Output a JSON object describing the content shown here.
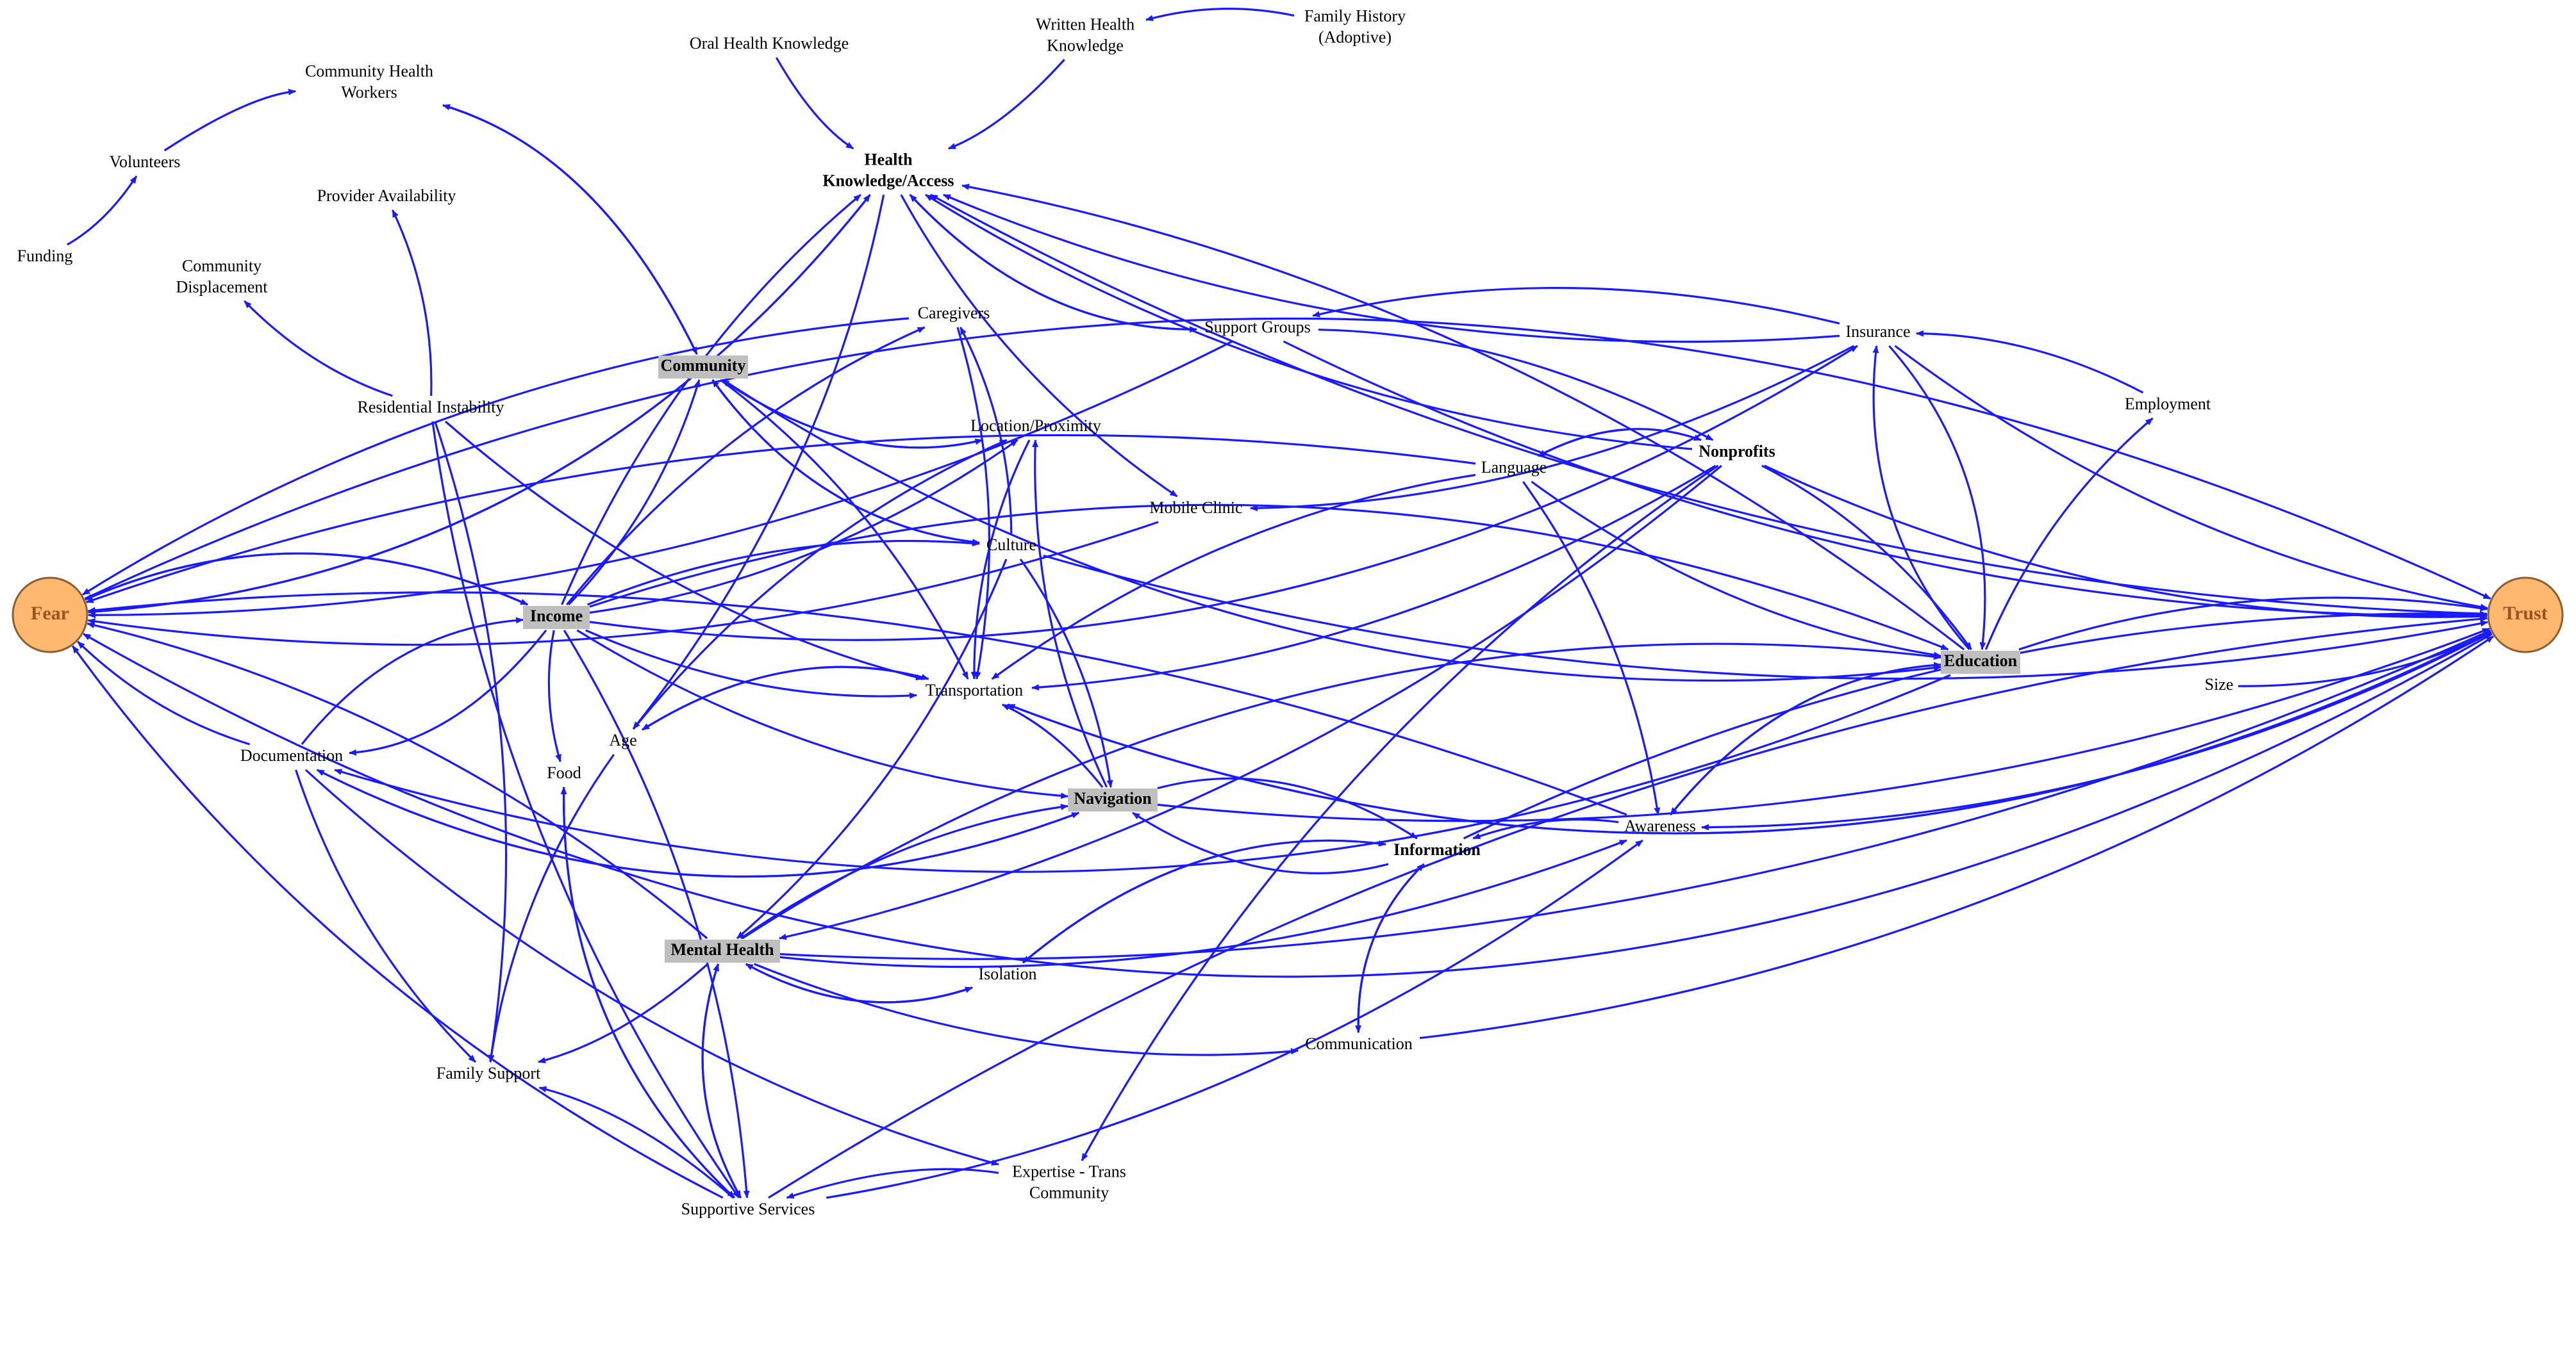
{
  "nodes": [
    {
      "id": "fear",
      "lines": [
        "Fear"
      ],
      "style": "terminal"
    },
    {
      "id": "trust",
      "lines": [
        "Trust"
      ],
      "style": "terminal"
    },
    {
      "id": "funding",
      "lines": [
        "Funding"
      ]
    },
    {
      "id": "volunteers",
      "lines": [
        "Volunteers"
      ]
    },
    {
      "id": "chw",
      "lines": [
        "Community Health",
        "Workers"
      ]
    },
    {
      "id": "provavail",
      "lines": [
        "Provider Availability"
      ]
    },
    {
      "id": "commdisp",
      "lines": [
        "Community",
        "Displacement"
      ]
    },
    {
      "id": "resinst",
      "lines": [
        "Residential Instability"
      ]
    },
    {
      "id": "oralhk",
      "lines": [
        "Oral Health Knowledge"
      ]
    },
    {
      "id": "writtenhk",
      "lines": [
        "Written Health",
        "Knowledge"
      ]
    },
    {
      "id": "famhist",
      "lines": [
        "Family History",
        "(Adoptive)"
      ]
    },
    {
      "id": "hka",
      "lines": [
        "Health",
        "Knowledge/Access"
      ],
      "style": "bold"
    },
    {
      "id": "community",
      "lines": [
        "Community"
      ],
      "style": "highlight"
    },
    {
      "id": "caregivers",
      "lines": [
        "Caregivers"
      ]
    },
    {
      "id": "location",
      "lines": [
        "Location/Proximity"
      ]
    },
    {
      "id": "supportgroups",
      "lines": [
        "Support Groups"
      ]
    },
    {
      "id": "mobileclinic",
      "lines": [
        "Mobile Clinic"
      ]
    },
    {
      "id": "culture",
      "lines": [
        "Culture"
      ]
    },
    {
      "id": "language",
      "lines": [
        "Language"
      ]
    },
    {
      "id": "nonprofits",
      "lines": [
        "Nonprofits"
      ],
      "style": "bold"
    },
    {
      "id": "insurance",
      "lines": [
        "Insurance"
      ]
    },
    {
      "id": "employment",
      "lines": [
        "Employment"
      ]
    },
    {
      "id": "income",
      "lines": [
        "Income"
      ],
      "style": "highlight"
    },
    {
      "id": "transportation",
      "lines": [
        "Transportation"
      ]
    },
    {
      "id": "education",
      "lines": [
        "Education"
      ],
      "style": "highlight"
    },
    {
      "id": "size",
      "lines": [
        "Size"
      ]
    },
    {
      "id": "documentation",
      "lines": [
        "Documentation"
      ]
    },
    {
      "id": "age",
      "lines": [
        "Age"
      ]
    },
    {
      "id": "food",
      "lines": [
        "Food"
      ]
    },
    {
      "id": "navigation",
      "lines": [
        "Navigation"
      ],
      "style": "highlight"
    },
    {
      "id": "awareness",
      "lines": [
        "Awareness"
      ]
    },
    {
      "id": "information",
      "lines": [
        "Information"
      ],
      "style": "bold"
    },
    {
      "id": "mentalhealth",
      "lines": [
        "Mental Health"
      ],
      "style": "highlight"
    },
    {
      "id": "isolation",
      "lines": [
        "Isolation"
      ]
    },
    {
      "id": "communication",
      "lines": [
        "Communication"
      ]
    },
    {
      "id": "familysupport",
      "lines": [
        "Family Support"
      ]
    },
    {
      "id": "expertise",
      "lines": [
        "Expertise - Trans",
        "Community"
      ]
    },
    {
      "id": "supportive",
      "lines": [
        "Supportive Services"
      ]
    }
  ],
  "edges": [
    [
      "funding",
      "volunteers"
    ],
    [
      "volunteers",
      "chw"
    ],
    [
      "famhist",
      "writtenhk"
    ],
    [
      "writtenhk",
      "hka"
    ],
    [
      "oralhk",
      "hka"
    ],
    [
      "resinst",
      "commdisp"
    ],
    [
      "resinst",
      "provavail"
    ],
    [
      "chw",
      "community"
    ],
    [
      "community",
      "chw"
    ],
    [
      "hka",
      "fear"
    ],
    [
      "fear",
      "hka"
    ],
    [
      "hka",
      "age"
    ],
    [
      "hka",
      "supportgroups"
    ],
    [
      "supportgroups",
      "hka"
    ],
    [
      "hka",
      "mobileclinic"
    ],
    [
      "insurance",
      "hka"
    ],
    [
      "education",
      "hka"
    ],
    [
      "nonprofits",
      "hka"
    ],
    [
      "fear",
      "trust"
    ],
    [
      "trust",
      "fear"
    ],
    [
      "caregivers",
      "fear"
    ],
    [
      "caregivers",
      "transportation"
    ],
    [
      "culture",
      "caregivers"
    ],
    [
      "income",
      "caregivers"
    ],
    [
      "community",
      "location"
    ],
    [
      "location",
      "community"
    ],
    [
      "community",
      "culture"
    ],
    [
      "culture",
      "community"
    ],
    [
      "community",
      "education"
    ],
    [
      "community",
      "transportation"
    ],
    [
      "income",
      "community"
    ],
    [
      "income",
      "hka"
    ],
    [
      "resinst",
      "transportation"
    ],
    [
      "resinst",
      "familysupport"
    ],
    [
      "resinst",
      "supportive"
    ],
    [
      "supportgroups",
      "nonprofits"
    ],
    [
      "supportgroups",
      "trust"
    ],
    [
      "supportgroups",
      "fear"
    ],
    [
      "insurance",
      "supportgroups"
    ],
    [
      "insurance",
      "mobileclinic"
    ],
    [
      "insurance",
      "trust"
    ],
    [
      "insurance",
      "education"
    ],
    [
      "employment",
      "insurance"
    ],
    [
      "education",
      "employment"
    ],
    [
      "language",
      "fear"
    ],
    [
      "language",
      "nonprofits"
    ],
    [
      "language",
      "education"
    ],
    [
      "language",
      "awareness"
    ],
    [
      "nonprofits",
      "language"
    ],
    [
      "nonprofits",
      "education"
    ],
    [
      "nonprofits",
      "trust"
    ],
    [
      "nonprofits",
      "transportation"
    ],
    [
      "nonprofits",
      "expertise"
    ],
    [
      "nonprofits",
      "mentalhealth"
    ],
    [
      "income",
      "insurance"
    ],
    [
      "education",
      "insurance"
    ],
    [
      "income",
      "location"
    ],
    [
      "income",
      "culture"
    ],
    [
      "income",
      "transportation"
    ],
    [
      "income",
      "education"
    ],
    [
      "income",
      "food"
    ],
    [
      "income",
      "documentation"
    ],
    [
      "income",
      "navigation"
    ],
    [
      "income",
      "supportive"
    ],
    [
      "income",
      "fear"
    ],
    [
      "fear",
      "income"
    ],
    [
      "culture",
      "trust"
    ],
    [
      "culture",
      "navigation"
    ],
    [
      "transportation",
      "trust"
    ],
    [
      "trust",
      "transportation"
    ],
    [
      "transportation",
      "age"
    ],
    [
      "age",
      "transportation"
    ],
    [
      "location",
      "transportation"
    ],
    [
      "navigation",
      "location"
    ],
    [
      "navigation",
      "transportation"
    ],
    [
      "navigation",
      "information"
    ],
    [
      "navigation",
      "trust"
    ],
    [
      "navigation",
      "documentation"
    ],
    [
      "documentation",
      "navigation"
    ],
    [
      "documentation",
      "fear"
    ],
    [
      "documentation",
      "familysupport"
    ],
    [
      "documentation",
      "income"
    ],
    [
      "documentation",
      "expertise"
    ],
    [
      "education",
      "documentation"
    ],
    [
      "size",
      "trust"
    ],
    [
      "trust",
      "awareness"
    ],
    [
      "awareness",
      "fear"
    ],
    [
      "awareness",
      "education"
    ],
    [
      "awareness",
      "information"
    ],
    [
      "information",
      "navigation"
    ],
    [
      "information",
      "isolation"
    ],
    [
      "isolation",
      "information"
    ],
    [
      "information",
      "communication"
    ],
    [
      "communication",
      "information"
    ],
    [
      "communication",
      "trust"
    ],
    [
      "information",
      "trust"
    ],
    [
      "education",
      "awareness"
    ],
    [
      "education",
      "trust"
    ],
    [
      "age",
      "familysupport"
    ],
    [
      "age",
      "location"
    ],
    [
      "food",
      "supportive"
    ],
    [
      "supportive",
      "food"
    ],
    [
      "mentalhealth",
      "fear"
    ],
    [
      "mentalhealth",
      "familysupport"
    ],
    [
      "mentalhealth",
      "supportive"
    ],
    [
      "supportive",
      "mentalhealth"
    ],
    [
      "mentalhealth",
      "isolation"
    ],
    [
      "isolation",
      "mentalhealth"
    ],
    [
      "mentalhealth",
      "communication"
    ],
    [
      "mentalhealth",
      "navigation"
    ],
    [
      "mentalhealth",
      "awareness"
    ],
    [
      "mentalhealth",
      "education"
    ],
    [
      "mentalhealth",
      "trust"
    ],
    [
      "culture",
      "mentalhealth"
    ],
    [
      "supportive",
      "familysupport"
    ],
    [
      "supportive",
      "fear"
    ],
    [
      "supportive",
      "awareness"
    ],
    [
      "supportive",
      "trust"
    ],
    [
      "expertise",
      "supportive"
    ],
    [
      "trust",
      "hka"
    ],
    [
      "language",
      "transportation"
    ],
    [
      "mobileclinic",
      "fear"
    ]
  ]
}
